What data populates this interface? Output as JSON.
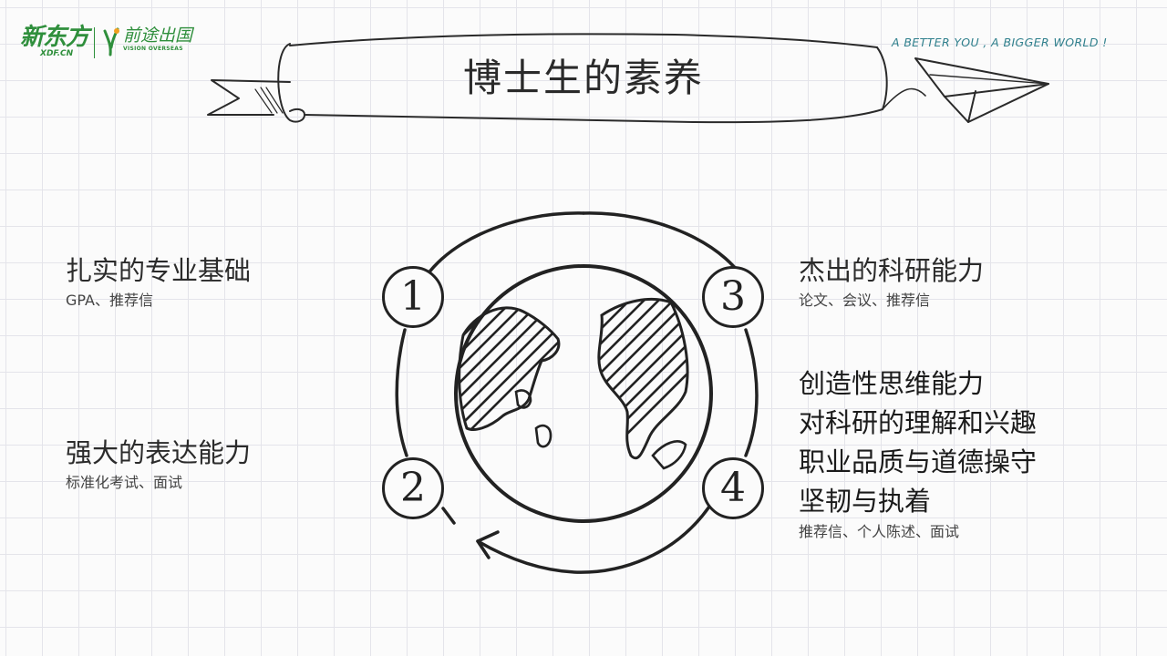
{
  "logo": {
    "xdf_main": "新东方",
    "xdf_sub": "XDF.CN",
    "vision_cn": "前途出国",
    "vision_en": "VISION OVERSEAS"
  },
  "tagline": "A BETTER YOU , A BIGGER WORLD !",
  "title": "博士生的素养",
  "nodes": [
    "1",
    "2",
    "3",
    "4"
  ],
  "topics": [
    {
      "heading": "扎实的专业基础",
      "sub": "GPA、推荐信"
    },
    {
      "heading": "强大的表达能力",
      "sub": "标准化考试、面试"
    },
    {
      "heading": "杰出的科研能力",
      "sub": "论文、会议、推荐信"
    },
    {
      "headings": [
        "创造性思维能力",
        "对科研的理解和兴趣",
        "职业品质与道德操守",
        "坚韧与执着"
      ],
      "sub": "推荐信、个人陈述、面试"
    }
  ],
  "colors": {
    "brand_green": "#2f8f3c",
    "tagline_teal": "#2f7f8c",
    "ink": "#222222",
    "grid": "#e4e4ea"
  }
}
